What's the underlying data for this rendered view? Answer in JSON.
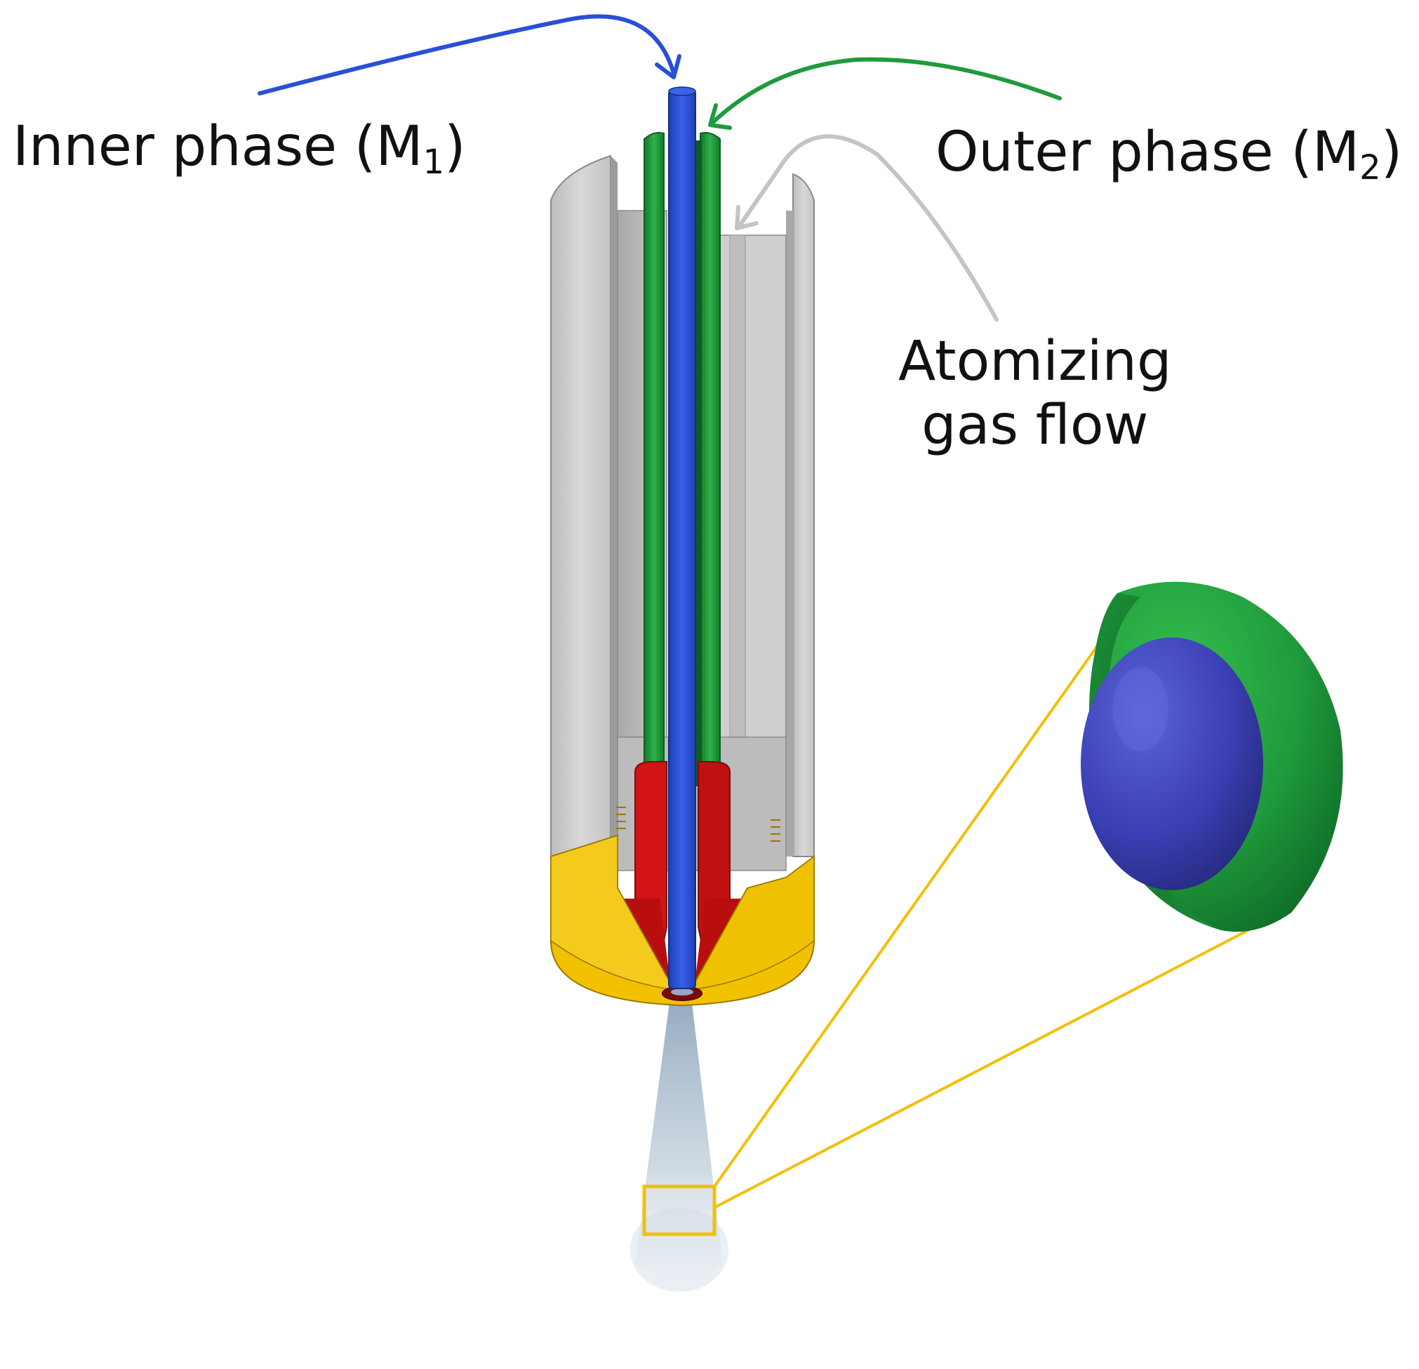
{
  "labels": {
    "inner": {
      "text": "Inner phase (M",
      "sub": "1",
      "close": ")"
    },
    "outer": {
      "text": "Outer phase (M",
      "sub": "2",
      "close": ")"
    },
    "gas": {
      "line1": "Atomizing",
      "line2": "gas flow"
    }
  },
  "colors": {
    "inner_phase": "#2a4fd6",
    "outer_phase": "#1f9a3c",
    "gas": "#c4c4c4",
    "housing": "#c9c9c9",
    "nozzle_tip": "#f2c200",
    "insert": "#d11414",
    "zoom": "#f3bf0a",
    "spray": "#9fb4c8"
  }
}
